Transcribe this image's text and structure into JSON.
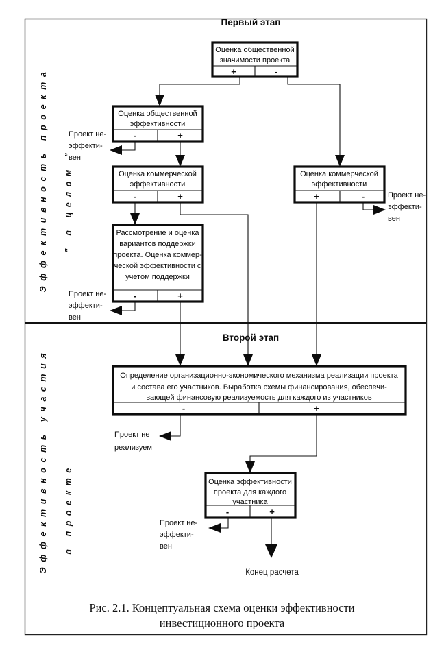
{
  "figure": {
    "caption_line1": "Рис. 2.1. Концептуальная схема  оценки эффективности",
    "caption_line2": "инвестиционного проекта"
  },
  "stages": [
    {
      "id": "stage-one",
      "title": "Первый этап",
      "side_label_col1": "Эффективность проекта",
      "side_label_col2": "\" в целом \""
    },
    {
      "id": "stage-two",
      "title": "Второй этап",
      "side_label_col1": "Эффективность участия",
      "side_label_col2": "в проекте"
    }
  ],
  "boxes": [
    {
      "id": "public-significance",
      "lines": [
        "Оценка общественной",
        "значимости проекта"
      ],
      "left_sign": "+",
      "right_sign": "-"
    },
    {
      "id": "public-efficiency",
      "lines": [
        "Оценка общественной",
        "эффективности"
      ],
      "left_sign": "-",
      "right_sign": "+"
    },
    {
      "id": "commercial-efficiency-left",
      "lines": [
        "Оценка коммерческой",
        "эффективности"
      ],
      "left_sign": "-",
      "right_sign": "+"
    },
    {
      "id": "commercial-efficiency-right",
      "lines": [
        "Оценка коммерческой",
        "эффективности"
      ],
      "left_sign": "+",
      "right_sign": "-"
    },
    {
      "id": "support-options",
      "lines": [
        "Рассмотрение и оценка",
        "вариантов поддержки",
        "проекта. Оценка коммер-",
        "ческой эффективности с",
        "учетом поддержки"
      ],
      "left_sign": "-",
      "right_sign": "+"
    },
    {
      "id": "org-economic-mechanism",
      "lines": [
        "Определение организационно-экономического механизма реализации проекта",
        "и состава его участников. Выработка схемы финансирования, обеспечи-",
        "вающей финансовую реализуемость для каждого из участников"
      ],
      "left_sign": "-",
      "right_sign": "+"
    },
    {
      "id": "participant-efficiency",
      "lines": [
        "Оценка эффективности",
        "проекта для каждого",
        "участника"
      ],
      "left_sign": "-",
      "right_sign": "+"
    }
  ],
  "notes": [
    {
      "id": "note-ineffective-1",
      "lines": [
        "Проект не-",
        "эффекти-",
        "вен"
      ]
    },
    {
      "id": "note-ineffective-2",
      "lines": [
        "Проект не-",
        "эффекти-",
        "вен"
      ]
    },
    {
      "id": "note-ineffective-3",
      "lines": [
        "Проект не-",
        "эффекти-",
        "вен"
      ]
    },
    {
      "id": "note-not-feasible",
      "lines": [
        "Проект не",
        "реализуем"
      ]
    },
    {
      "id": "note-ineffective-4",
      "lines": [
        "Проект не-",
        "эффекти-",
        "вен"
      ]
    }
  ],
  "terminator": {
    "label": "Конец расчета"
  },
  "colors": {
    "ink": "#0c0c0c",
    "paper": "#ffffff",
    "frame": "#222222"
  }
}
